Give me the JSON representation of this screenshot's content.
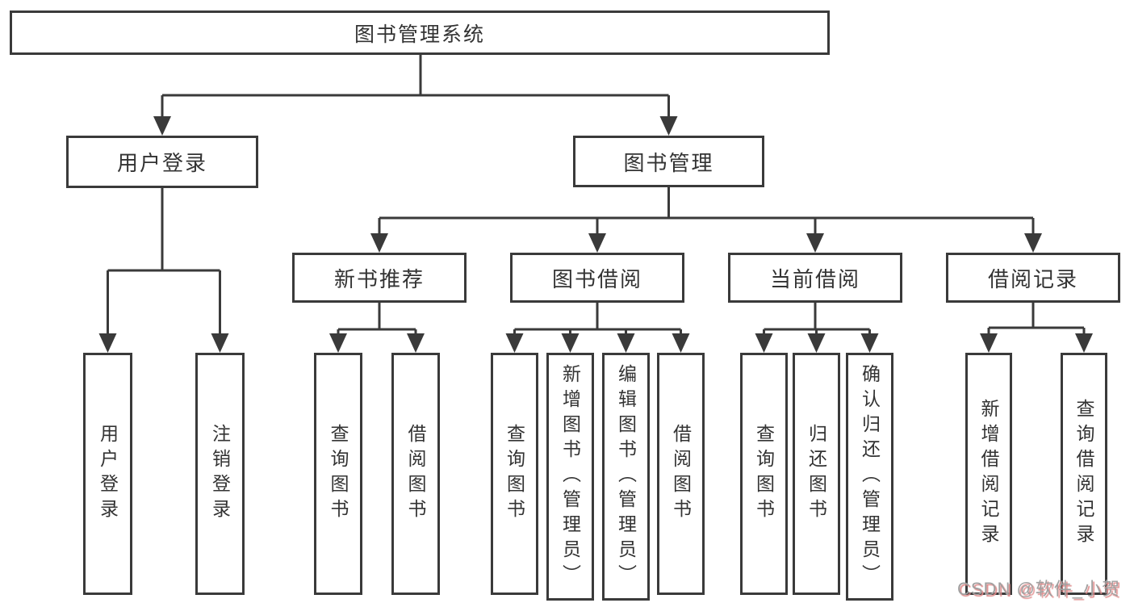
{
  "colors": {
    "background": "#ffffff",
    "line": "#3a3a3a",
    "box_border": "#3a3a3a",
    "text": "#333333",
    "watermark_text": "#a0a0a0",
    "watermark_shadow": "#e08c8c"
  },
  "tree": {
    "root": {
      "label": "图书管理系统"
    },
    "branches": [
      {
        "label": "用户登录",
        "children": [
          {
            "label": "用户登录"
          },
          {
            "label": "注销登录"
          }
        ]
      },
      {
        "label": "图书管理",
        "children": [
          {
            "label": "新书推荐",
            "children": [
              {
                "label": "查询图书"
              },
              {
                "label": "借阅图书"
              }
            ]
          },
          {
            "label": "图书借阅",
            "children": [
              {
                "label": "查询图书"
              },
              {
                "label": "新增图书（管理员）"
              },
              {
                "label": "编辑图书（管理员）"
              },
              {
                "label": "借阅图书"
              }
            ]
          },
          {
            "label": "当前借阅",
            "children": [
              {
                "label": "查询图书"
              },
              {
                "label": "归还图书"
              },
              {
                "label": "确认归还（管理员）"
              }
            ]
          },
          {
            "label": "借阅记录",
            "children": [
              {
                "label": "新增借阅记录"
              },
              {
                "label": "查询借阅记录"
              }
            ]
          }
        ]
      }
    ]
  },
  "watermark": {
    "text": "CSDN @软件_小贺同学"
  }
}
